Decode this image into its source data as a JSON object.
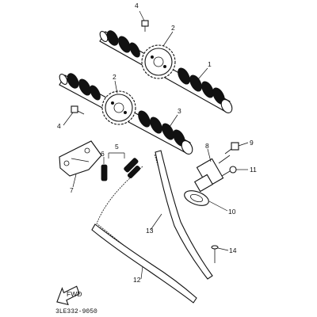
{
  "diagram": {
    "callouts": [
      "1",
      "2",
      "2",
      "3",
      "4",
      "4",
      "5",
      "6",
      "7",
      "8",
      "9",
      "10",
      "11",
      "12",
      "13",
      "14"
    ],
    "drawing_code": "3LE332-9050",
    "fwd_arrow_label": "FWD",
    "parts": [
      {
        "id": "1",
        "name": "camshaft-exhaust"
      },
      {
        "id": "2",
        "name": "cam-sprocket"
      },
      {
        "id": "3",
        "name": "camshaft-intake"
      },
      {
        "id": "4",
        "name": "sprocket-bolt"
      },
      {
        "id": "5",
        "name": "cam-chain"
      },
      {
        "id": "6",
        "name": "chain-link"
      },
      {
        "id": "7",
        "name": "chain-guide-top"
      },
      {
        "id": "8",
        "name": "chain-tensioner"
      },
      {
        "id": "9",
        "name": "tensioner-bolt"
      },
      {
        "id": "10",
        "name": "tensioner-gasket"
      },
      {
        "id": "11",
        "name": "tensioner-screw"
      },
      {
        "id": "12",
        "name": "chain-guide-exhaust"
      },
      {
        "id": "13",
        "name": "chain-guide-intake"
      },
      {
        "id": "14",
        "name": "guide-bolt"
      }
    ]
  }
}
